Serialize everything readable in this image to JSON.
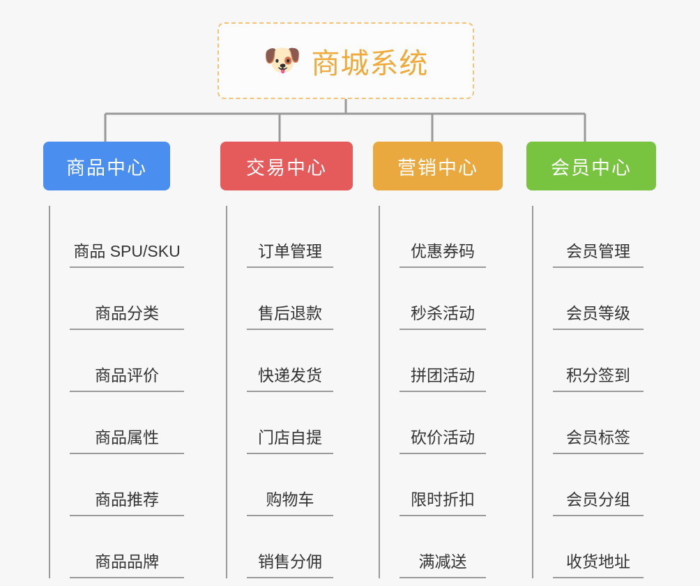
{
  "background_color": "#f7f7f7",
  "root": {
    "logo_icon": "shiba-dog-face-icon",
    "logo_glyph": "🐶",
    "title": "商城系统",
    "border_color": "#f3c373",
    "title_color": "#eeab3c",
    "fill_color": "#fcfcfc"
  },
  "connector_color": "#999999",
  "columns": [
    {
      "id": "product-center",
      "label": "商品中心",
      "color": "#4a8ef0",
      "items": [
        "商品 SPU/SKU",
        "商品分类",
        "商品评价",
        "商品属性",
        "商品推荐",
        "商品品牌"
      ]
    },
    {
      "id": "trade-center",
      "label": "交易中心",
      "color": "#e55a5a",
      "items": [
        "订单管理",
        "售后退款",
        "快递发货",
        "门店自提",
        "购物车",
        "销售分佣"
      ]
    },
    {
      "id": "marketing-center",
      "label": "营销中心",
      "color": "#eaa93f",
      "items": [
        "优惠券码",
        "秒杀活动",
        "拼团活动",
        "砍价活动",
        "限时折扣",
        "满减送"
      ]
    },
    {
      "id": "member-center",
      "label": "会员中心",
      "color": "#78c340",
      "items": [
        "会员管理",
        "会员等级",
        "积分签到",
        "会员标签",
        "会员分组",
        "收货地址"
      ]
    }
  ]
}
